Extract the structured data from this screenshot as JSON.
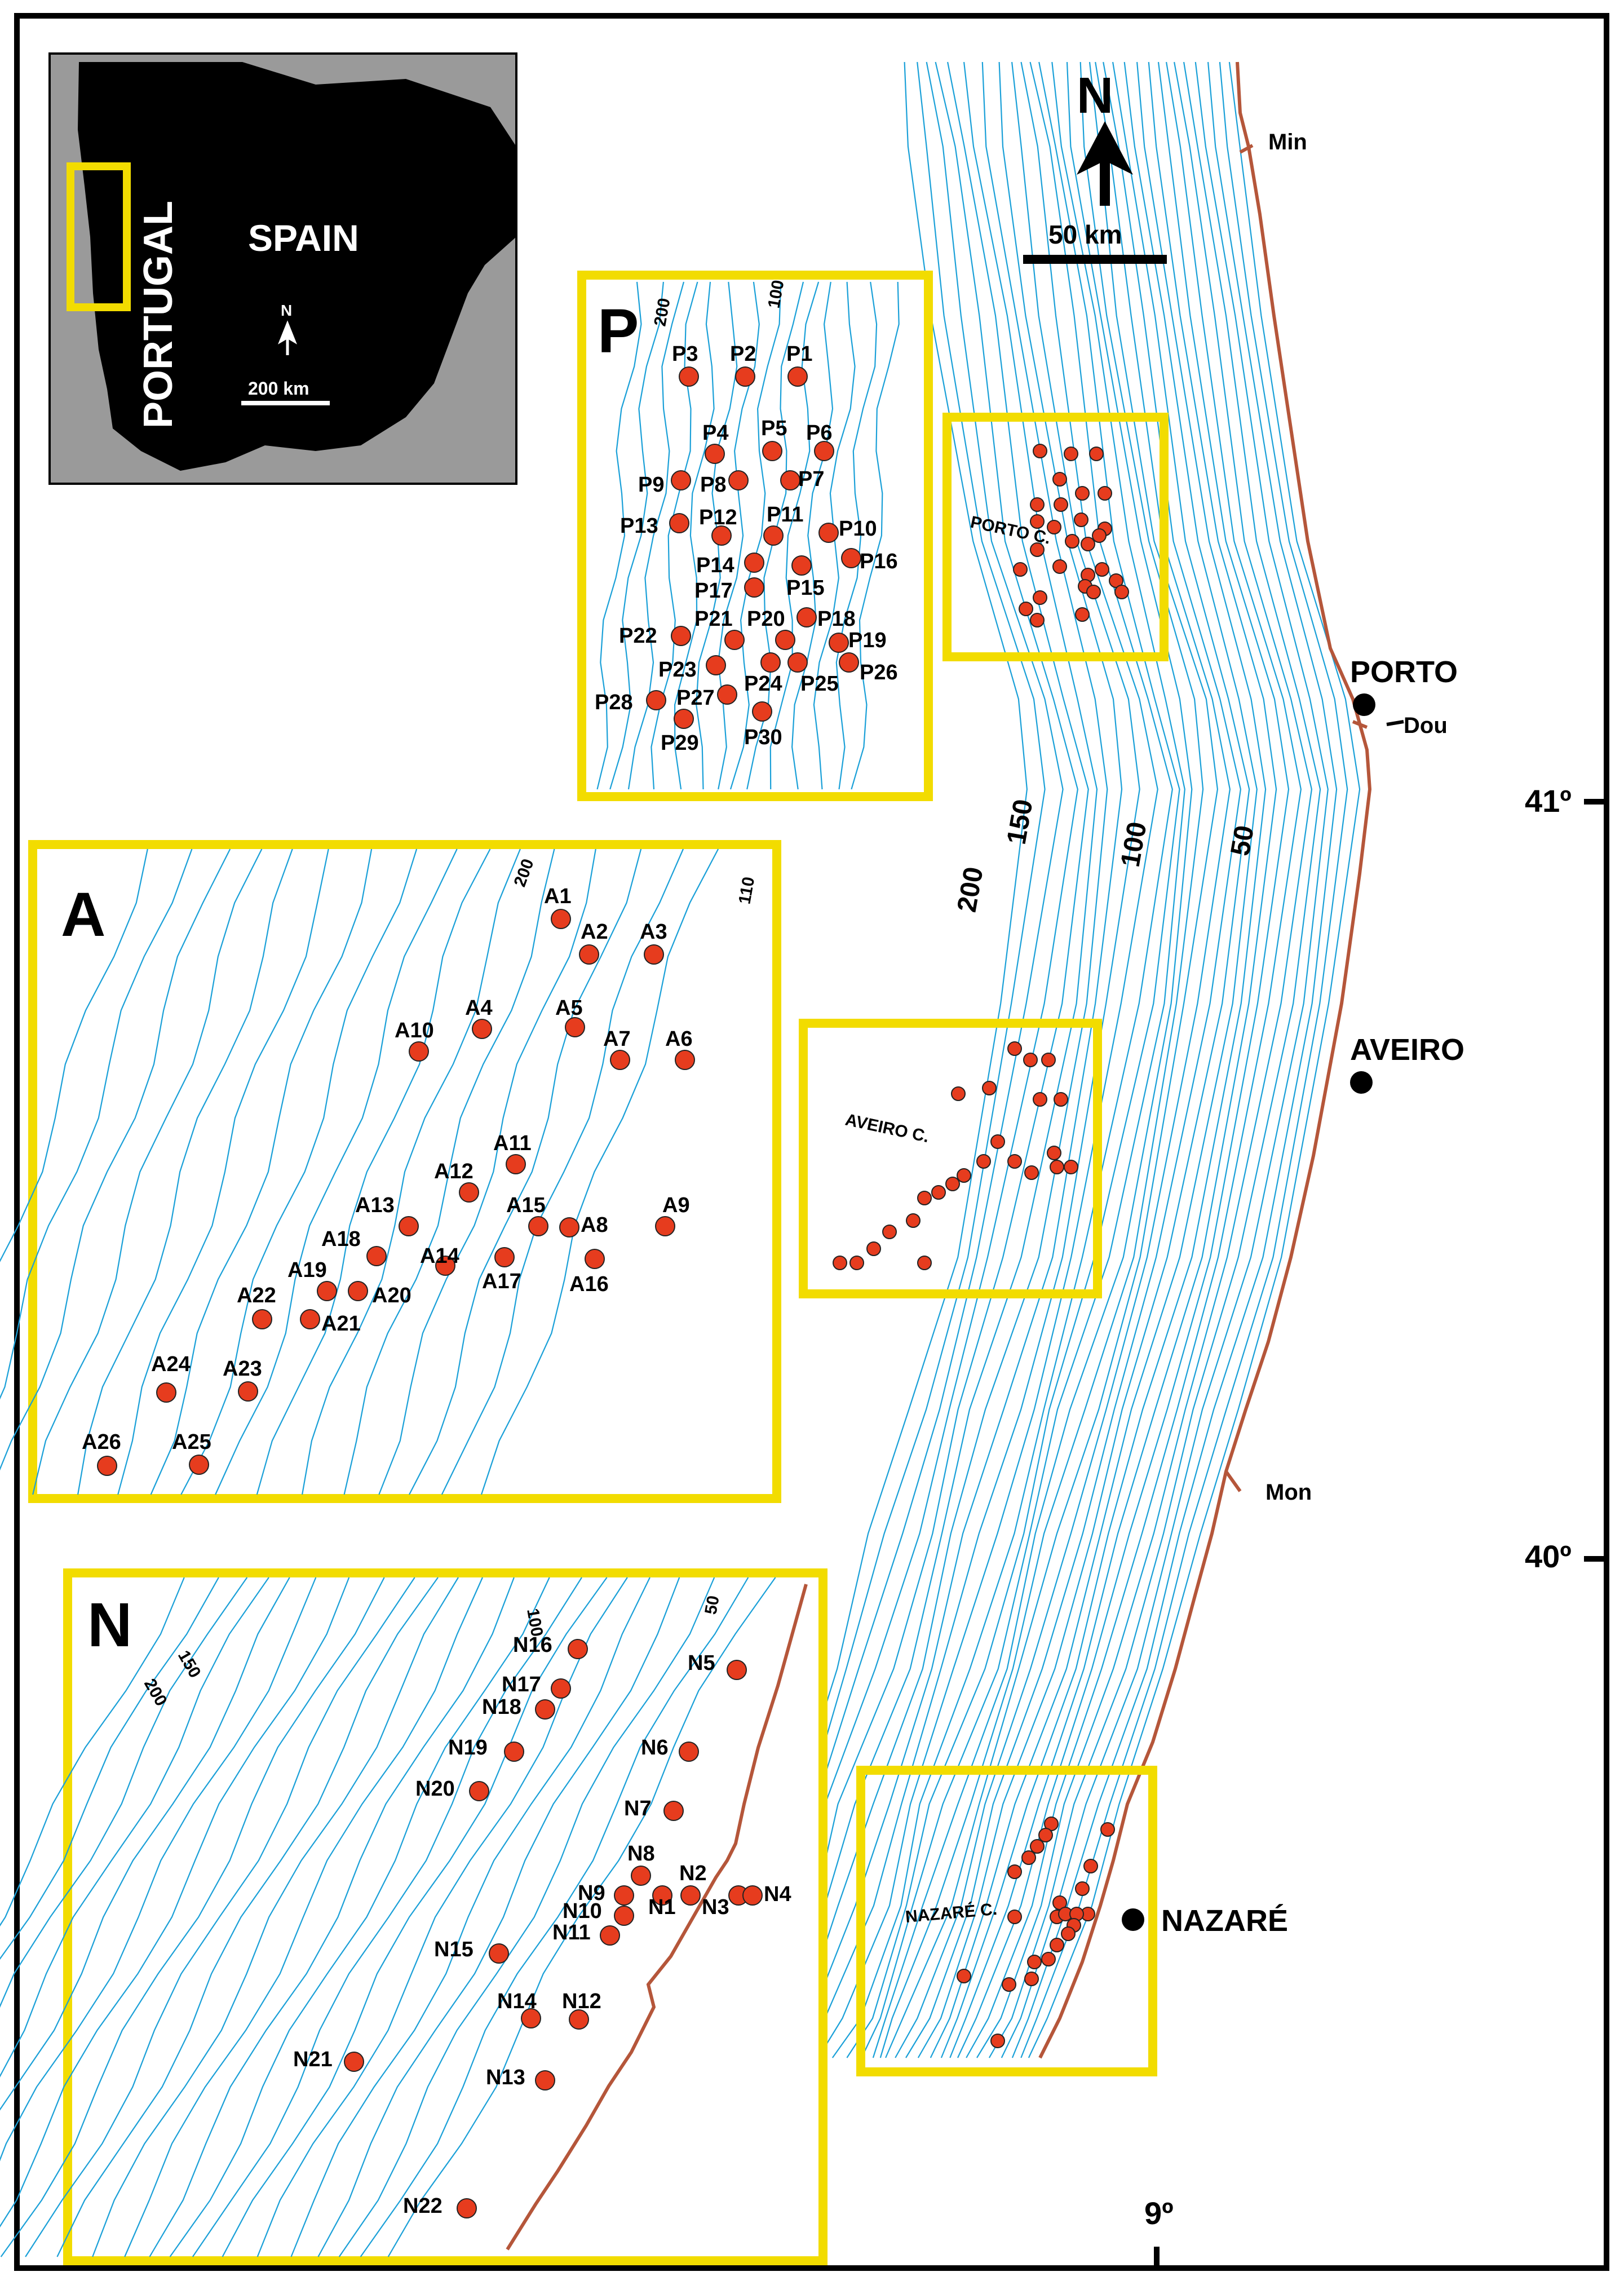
{
  "overview_map": {
    "country_labels": [
      "PORTUGAL",
      "SPAIN"
    ],
    "north_label": "N",
    "scale_label": "200 km"
  },
  "main_map": {
    "north_label": "N",
    "scale_label": "50 km",
    "cities": [
      "PORTO",
      "AVEIRO",
      "NAZARÉ"
    ],
    "rivers": [
      "Min",
      "Dou",
      "Mon"
    ],
    "canyons": [
      "PORTO C.",
      "AVEIRO C.",
      "NAZARÉ C."
    ],
    "isobaths": [
      "200",
      "150",
      "100",
      "50"
    ],
    "latitude_labels": [
      "41º",
      "40º"
    ],
    "longitude_label": "9º",
    "colors": {
      "frame": "#f2dc00",
      "station": "#e63c1e",
      "contour": "#1aa0d8",
      "coast": "#b5563a"
    }
  },
  "insets": {
    "P": {
      "label": "P",
      "isobaths": [
        "200",
        "100"
      ],
      "stations": [
        "P1",
        "P2",
        "P3",
        "P4",
        "P5",
        "P6",
        "P7",
        "P8",
        "P9",
        "P10",
        "P11",
        "P12",
        "P13",
        "P14",
        "P15",
        "P16",
        "P17",
        "P18",
        "P19",
        "P20",
        "P21",
        "P22",
        "P23",
        "P24",
        "P25",
        "P26",
        "P27",
        "P28",
        "P29",
        "P30"
      ]
    },
    "A": {
      "label": "A",
      "isobaths": [
        "200",
        "110"
      ],
      "stations": [
        "A1",
        "A2",
        "A3",
        "A4",
        "A5",
        "A6",
        "A7",
        "A8",
        "A9",
        "A10",
        "A11",
        "A12",
        "A13",
        "A14",
        "A15",
        "A16",
        "A17",
        "A18",
        "A19",
        "A20",
        "A21",
        "A22",
        "A23",
        "A24",
        "A25",
        "A26"
      ]
    },
    "N": {
      "label": "N",
      "isobaths": [
        "100",
        "50",
        "150",
        "200"
      ],
      "stations": [
        "N1",
        "N2",
        "N3",
        "N4",
        "N5",
        "N6",
        "N7",
        "N8",
        "N9",
        "N10",
        "N11",
        "N12",
        "N13",
        "N14",
        "N15",
        "N16",
        "N17",
        "N18",
        "N19",
        "N20",
        "N21",
        "N22"
      ]
    }
  }
}
